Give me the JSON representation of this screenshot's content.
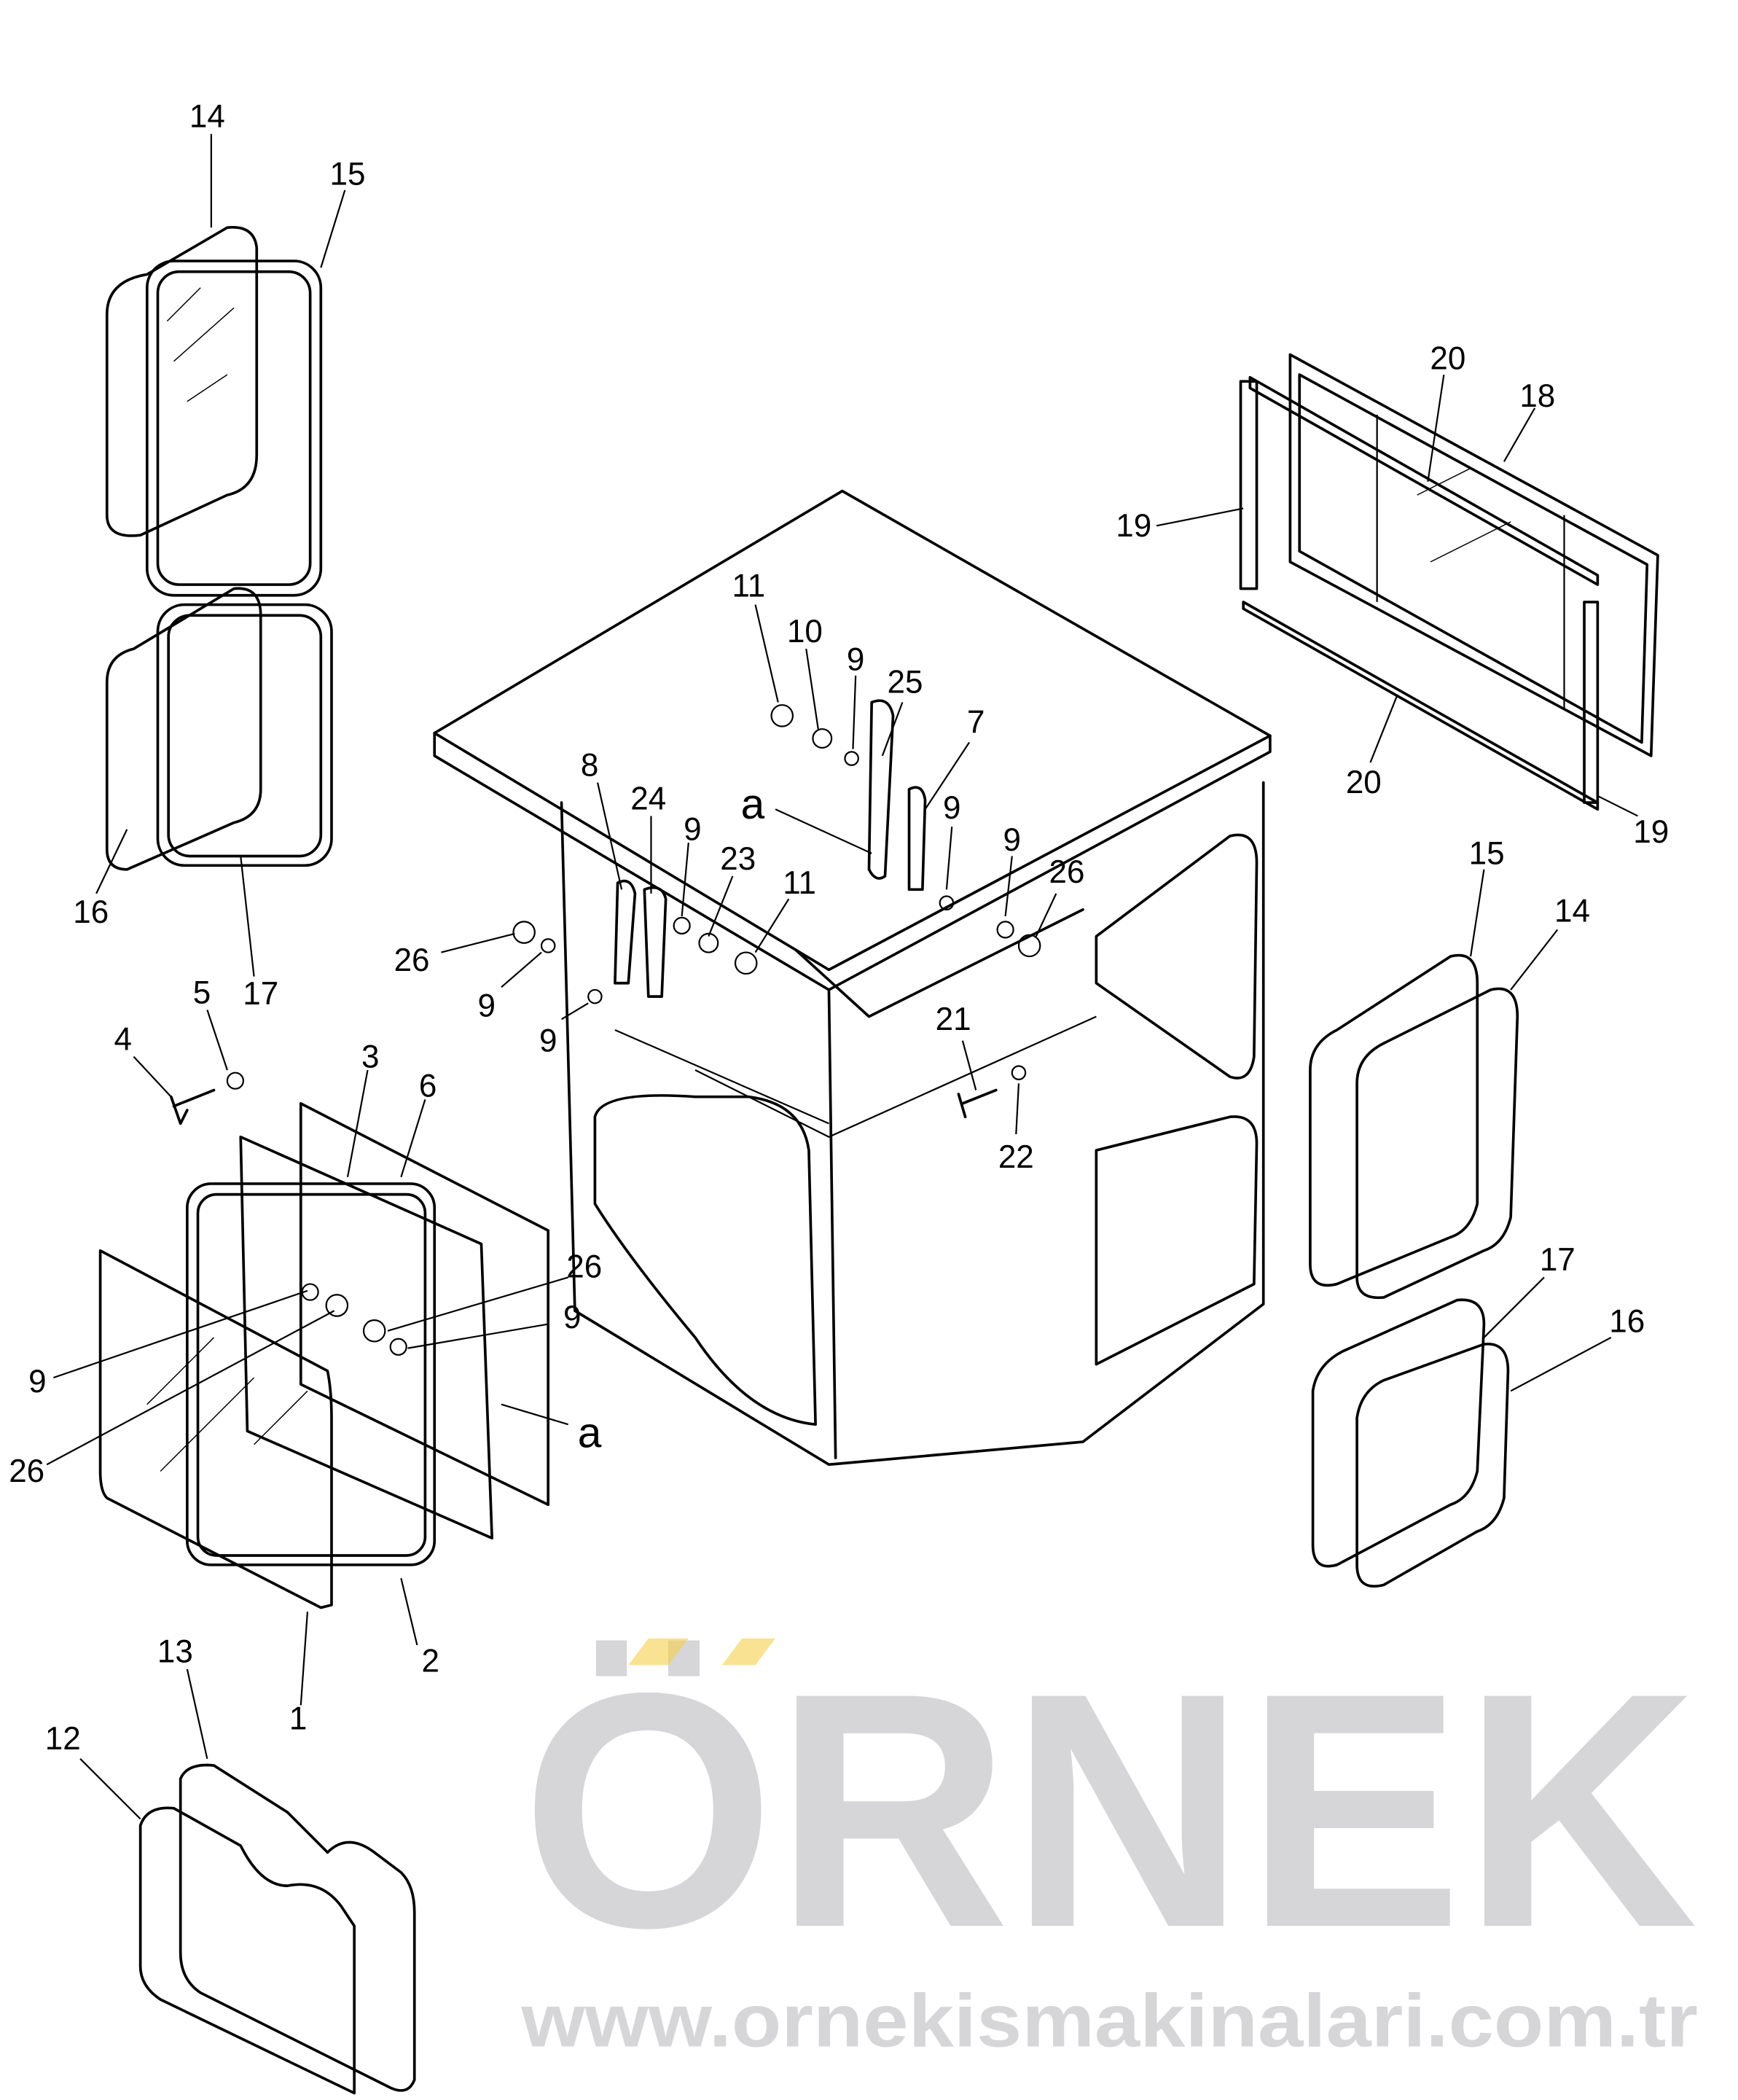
{
  "watermark": {
    "logo": "ÖRNEK",
    "url": "www.ornekismakinalari.com.tr"
  },
  "labels": [
    "14",
    "15",
    "16",
    "17",
    "20",
    "18",
    "19",
    "20",
    "19",
    "11",
    "10",
    "9",
    "25",
    "7",
    "a",
    "8",
    "24",
    "9",
    "23",
    "11",
    "9",
    "9",
    "26",
    "26",
    "9",
    "9",
    "5",
    "4",
    "3",
    "6",
    "21",
    "22",
    "15",
    "14",
    "17",
    "16",
    "26",
    "9",
    "9",
    "26",
    "a",
    "2",
    "1",
    "13",
    "12"
  ]
}
